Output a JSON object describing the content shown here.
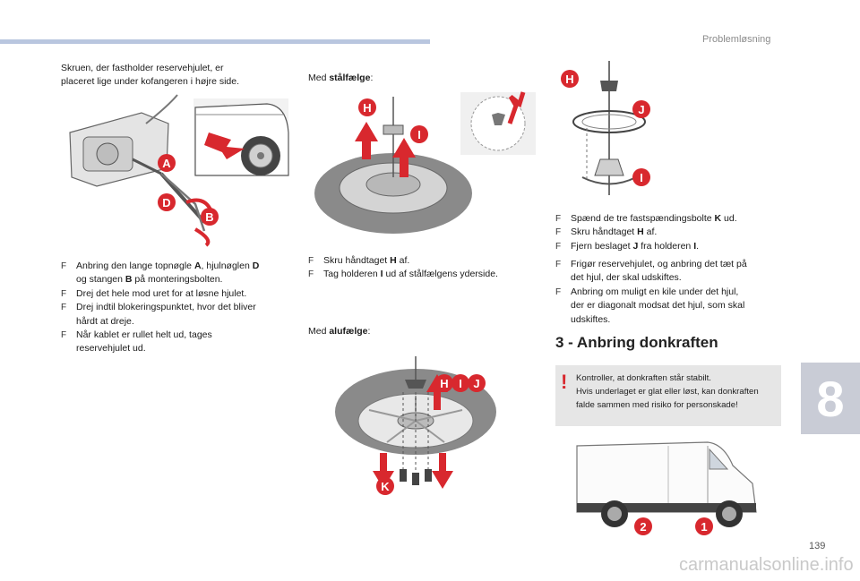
{
  "header": {
    "section_title": "Problemløsning"
  },
  "col1": {
    "intro": [
      "Skruen, der fastholder reservehjulet, er",
      "placeret lige under kofangeren i højre side."
    ],
    "steps": [
      [
        "Anbring den lange topnøgle ",
        {
          "b": "A"
        },
        ", hjulnøglen ",
        {
          "b": "D"
        }
      ],
      [
        "og stangen ",
        {
          "b": "B"
        },
        " på monteringsbolten."
      ],
      [
        "Drej det hele mod uret for at løsne hjulet."
      ],
      [
        "Drej indtil blokeringspunktet, hvor det bliver"
      ],
      [
        "hårdt at dreje."
      ],
      [
        "Når kablet er rullet helt ud, tages"
      ],
      [
        "reservehjulet ud."
      ]
    ]
  },
  "col2": {
    "steel_prefix": "Med ",
    "steel_bold": "stålfælge",
    "steel_suffix": ":",
    "steel_steps": [
      [
        "Skru håndtaget ",
        {
          "b": "H"
        },
        " af."
      ],
      [
        "Tag holderen ",
        {
          "b": "I"
        },
        " ud af stålfælgens yderside."
      ]
    ],
    "alu_prefix": "Med ",
    "alu_bold": "alufælge",
    "alu_suffix": ":"
  },
  "col3": {
    "steps_a": [
      [
        "Spænd de tre fastspændingsbolte ",
        {
          "b": "K"
        },
        " ud."
      ],
      [
        "Skru håndtaget ",
        {
          "b": "H"
        },
        " af."
      ],
      [
        "Fjern beslaget ",
        {
          "b": "J"
        },
        " fra holderen ",
        {
          "b": "I"
        },
        "."
      ]
    ],
    "steps_b": [
      [
        "Frigør reservehjulet, og anbring det tæt på"
      ],
      [
        "det hjul, der skal udskiftes."
      ],
      [
        "Anbring om muligt en kile under det hjul,"
      ],
      [
        "der er diagonalt modsat det hjul, som skal"
      ],
      [
        "udskiftes."
      ]
    ],
    "heading": "3 - Anbring donkraften",
    "warning_lines": [
      "Kontroller, at donkraften står stabilt.",
      "Hvis underlaget er glat eller løst, kan donkraften",
      "falde sammen med risiko for personskade!"
    ],
    "warning_mark": "!"
  },
  "bullet_glyph": "F",
  "chapter_number": "8",
  "page_number": "139",
  "watermark": "carmanualsonline.info",
  "figure_labels": {
    "fig1": [
      "A",
      "D",
      "B"
    ],
    "fig2": [
      "H",
      "I"
    ],
    "fig3": [
      "H",
      "J",
      "I"
    ],
    "fig4": [
      "H",
      "I",
      "J",
      "K"
    ],
    "fig5": [
      "2",
      "1"
    ]
  },
  "colors": {
    "marker_red": "#d8282e",
    "bar_blue": "#b9c6df",
    "gray_box": "#e6e6e6",
    "chapter_tab": "#c9ccd6"
  }
}
